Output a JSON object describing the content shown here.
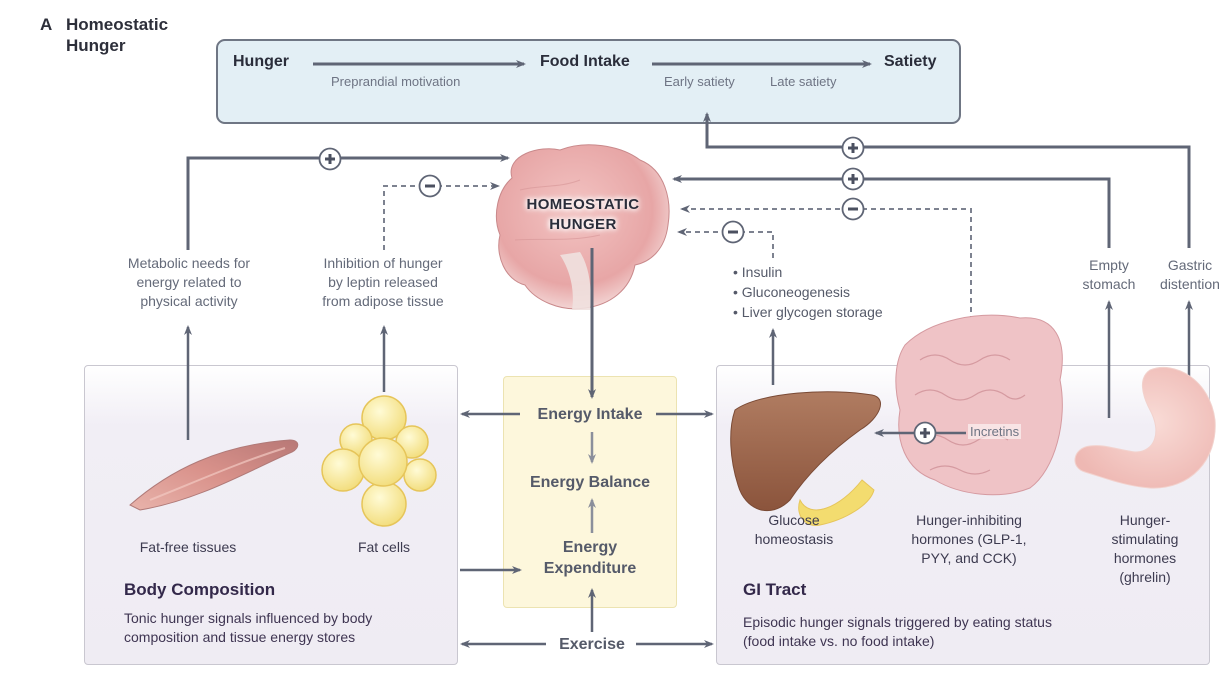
{
  "panel": {
    "letter": "A",
    "title_line1": "Homeostatic",
    "title_line2": "Hunger"
  },
  "sequence": {
    "steps": [
      "Hunger",
      "Food Intake",
      "Satiety"
    ],
    "sublabels": {
      "preprandial": "Preprandial motivation",
      "early": "Early satiety",
      "late": "Late satiety"
    }
  },
  "brain": {
    "line1": "HOMEOSTATIC",
    "line2": "HUNGER"
  },
  "signals": {
    "plus": "+",
    "minus": "−",
    "metabolic": [
      "Metabolic needs for",
      "energy related to",
      "physical activity"
    ],
    "leptin": [
      "Inhibition of hunger",
      "by leptin released",
      "from adipose tissue"
    ],
    "glucose_bullets": [
      "Insulin",
      "Gluconeogenesis",
      "Liver glycogen storage"
    ],
    "empty_stomach": [
      "Empty",
      "stomach"
    ],
    "gastric_distention": [
      "Gastric",
      "distention"
    ],
    "incretins": "Incretins"
  },
  "energy": {
    "intake": "Energy Intake",
    "balance": "Energy Balance",
    "expenditure": [
      "Energy",
      "Expenditure"
    ],
    "exercise": "Exercise"
  },
  "body_composition": {
    "title": "Body Composition",
    "description": [
      "Tonic hunger signals influenced by body",
      "composition and tissue energy stores"
    ],
    "items": [
      "Fat-free tissues",
      "Fat cells"
    ]
  },
  "gi_tract": {
    "title": "GI Tract",
    "description": [
      "Episodic hunger signals triggered by eating status",
      "(food intake vs. no food intake)"
    ],
    "items": {
      "glucose": [
        "Glucose",
        "homeostasis"
      ],
      "inhibiting": [
        "Hunger-inhibiting",
        "hormones (GLP-1,",
        "PYY, and CCK)"
      ],
      "stimulating": [
        "Hunger-",
        "stimulating",
        "hormones",
        "(ghrelin)"
      ]
    }
  },
  "colors": {
    "line": "#5f6575",
    "topbox_fill": "#e3eff5",
    "brain": "#e8a9a8",
    "muscle": "#d99790",
    "fat": "#f7e99a",
    "liver": "#9b6248",
    "pancreas": "#f3dc6f",
    "intestine": "#efc3c6",
    "stomach": "#f3c7c2",
    "energy_box": "#fdf7dc"
  }
}
